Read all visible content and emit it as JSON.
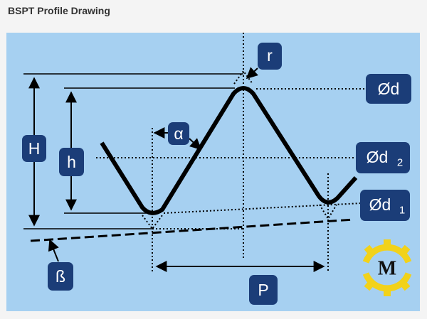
{
  "header": {
    "title": "BSPT Profile Drawing"
  },
  "labels": {
    "H": "H",
    "h": "h",
    "alpha": "α",
    "r": "r",
    "d": "Ød",
    "d2": "Ød",
    "d2_sub": "2",
    "d1": "Ød",
    "d1_sub": "1",
    "beta": "ß",
    "P": "P"
  },
  "logo": {
    "letter": "M"
  },
  "colors": {
    "panel": "#a6d0f1",
    "label_box": "#1b3d78",
    "logo_gear": "#f2d21a",
    "line": "#000000"
  }
}
